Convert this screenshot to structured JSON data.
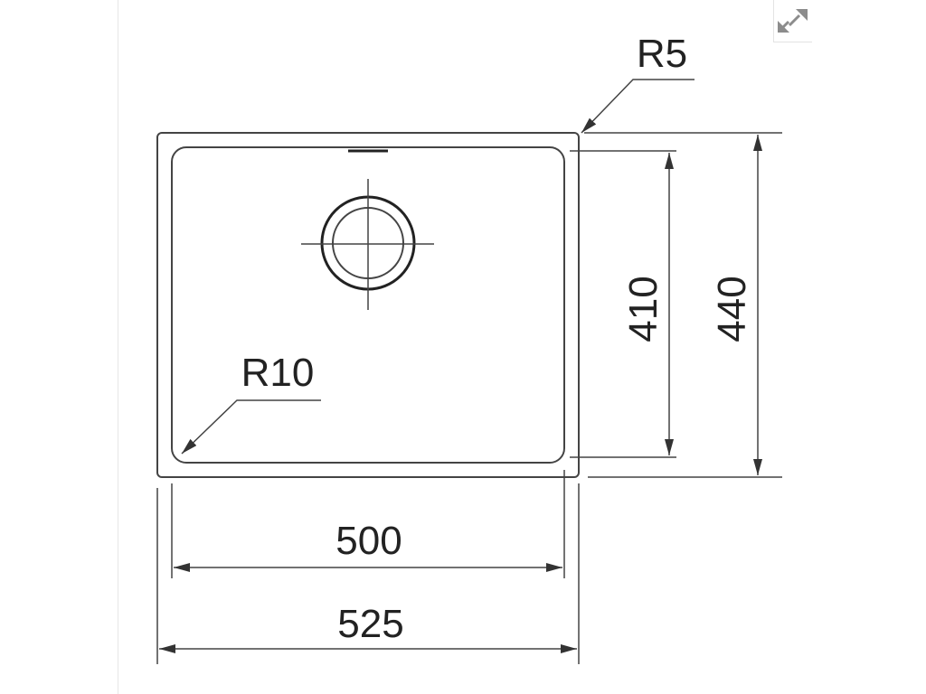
{
  "drawing": {
    "labels": {
      "outer_radius": "R5",
      "inner_radius": "R10",
      "inner_width": "500",
      "outer_width": "525",
      "inner_depth": "410",
      "outer_depth": "440"
    }
  },
  "controls": {
    "expand_icon": "expand-arrows-icon"
  },
  "colors": {
    "line": "#333333",
    "icon": "#8c8c8c"
  }
}
